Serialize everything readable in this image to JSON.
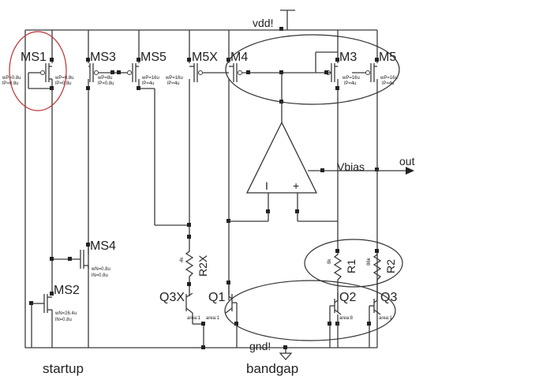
{
  "labels": {
    "vdd": "vdd!",
    "gnd": "gnd!",
    "vbias": "Vbias",
    "out": "out",
    "opamp_minus": "I",
    "opamp_plus": "+"
  },
  "transistors": {
    "ms1": "MS1",
    "ms3": "MS3",
    "ms5": "MS5",
    "m5x": "M5X",
    "m4": "M4",
    "m3": "M3",
    "m5": "M5",
    "ms4": "MS4",
    "ms2": "MS2",
    "q3x": "Q3X",
    "q1": "Q1",
    "q2": "Q2",
    "q3": "Q3"
  },
  "resistors": {
    "r2x": "R2X",
    "r1": "R1",
    "r2": "R2",
    "r2x_val": "4k",
    "r1_val": "8k",
    "r2_val": "86k"
  },
  "params": {
    "ms1_a": "wP=0.8u",
    "ms1_b": "lP=0.8u",
    "ms1_c": "wP=0.8u",
    "ms1_d": "lP=0.8u",
    "ms3_a": "wP=8u",
    "ms3_b": "lP=0.8u",
    "ms5_a": "wP=16u",
    "ms5_b": "lP=4u",
    "m5x_a": "wP=16u",
    "m5x_b": "lP=4u",
    "m3_a": "wP=16u",
    "m3_b": "lP=4u",
    "m5_a": "wP=16u",
    "m5_b": "lP=4u",
    "ms4_a": "wN=0.8u",
    "ms4_b": "lN=0.8u",
    "ms2_a": "wN=26.4u",
    "ms2_b": "lN=0.8u",
    "q3x_area": "area:1",
    "q1_area": "area:1",
    "q2_area": "area:8",
    "q3_area": "area:1"
  },
  "sections": {
    "startup": "startup",
    "bandgap": "bandgap"
  },
  "colors": {
    "wire": "#3a3a3a",
    "highlight": "#c03030",
    "ellipse": "#333333"
  }
}
